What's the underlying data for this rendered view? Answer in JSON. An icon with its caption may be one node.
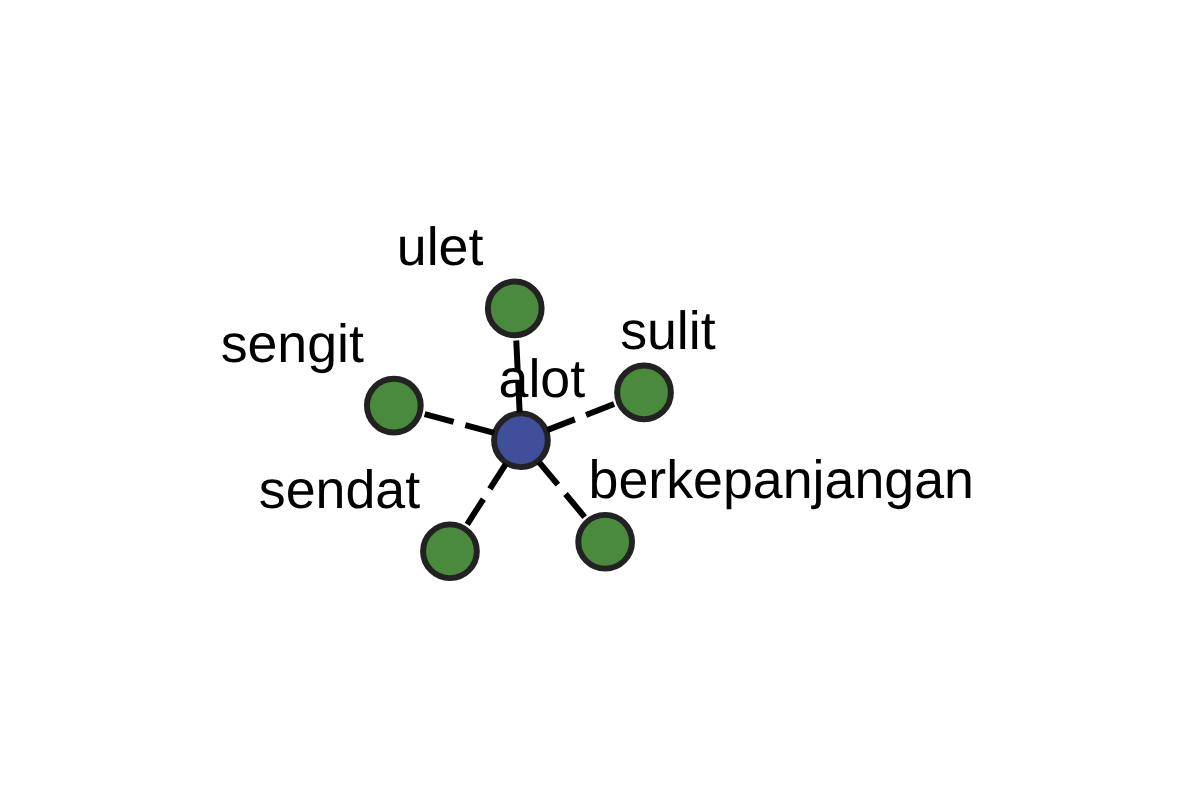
{
  "diagram": {
    "nodes": [
      {
        "text": [
          "alot"
        ]
      },
      {
        "text": [
          "berkepanjangan"
        ]
      },
      {
        "text": [
          "sendat"
        ]
      },
      {
        "text": [
          "sengit"
        ]
      },
      {
        "text": [
          "sulit"
        ]
      },
      {
        "text": [
          "ulet"
        ]
      }
    ],
    "edges": [
      {
        "from": 0,
        "to": 1,
        "arrow": "none",
        "style": "dashed"
      },
      {
        "from": 0,
        "to": 2,
        "arrow": "none",
        "style": "dashed"
      },
      {
        "from": 0,
        "to": 3,
        "arrow": "none",
        "style": "dashed"
      },
      {
        "from": 0,
        "to": 4,
        "arrow": "none",
        "style": "dashed"
      },
      {
        "from": 0,
        "to": 5,
        "arrow": "none",
        "style": "dashed"
      }
    ]
  }
}
